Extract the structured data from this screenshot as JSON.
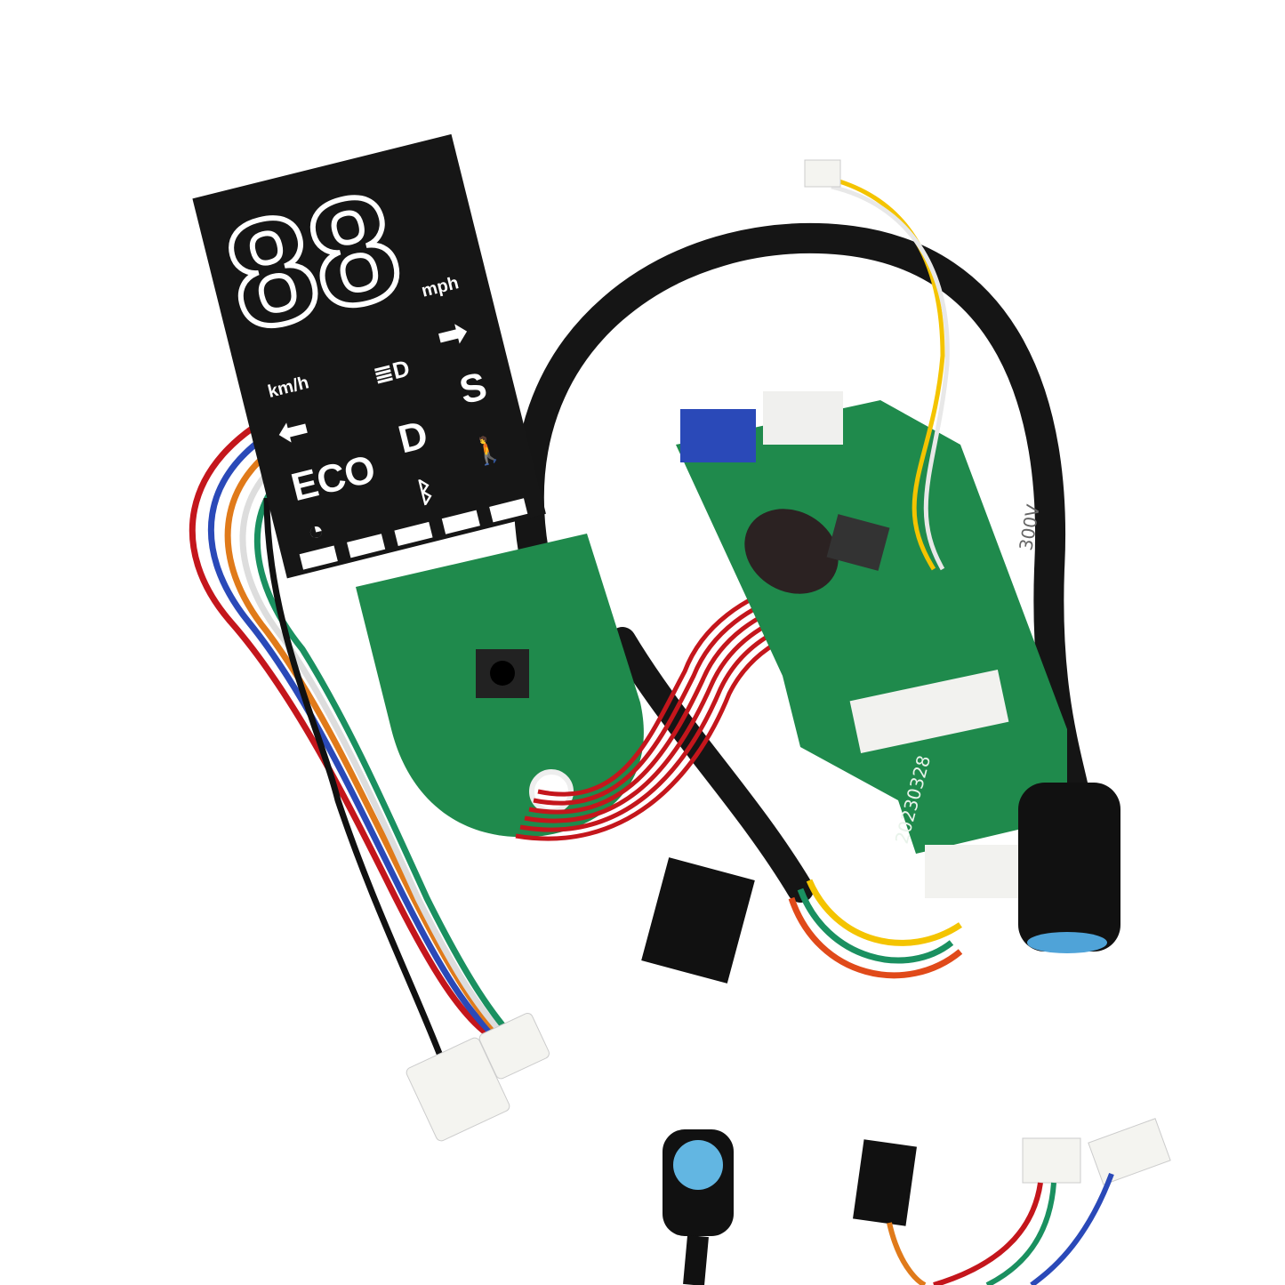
{
  "photo": {
    "display": {
      "speed_digits": "88",
      "unit_kmh": "km/h",
      "unit_mph": "mph",
      "mode_eco": "ECO",
      "mode_d": "D",
      "mode_s": "S",
      "icons": [
        "headlight-icon",
        "left-arrow-icon",
        "right-arrow-icon",
        "bluetooth-icon",
        "pedestrian-icon",
        "cruise-icon"
      ],
      "battery_segments": 5
    },
    "pcb_date_code": "20230328",
    "cable_print": "300V",
    "colors": {
      "pcb": "#1f8a4c",
      "lcd": "#161616",
      "cable": "#151515",
      "wire_red": "#c4161c",
      "connector_blue": "#2a49b8"
    }
  }
}
